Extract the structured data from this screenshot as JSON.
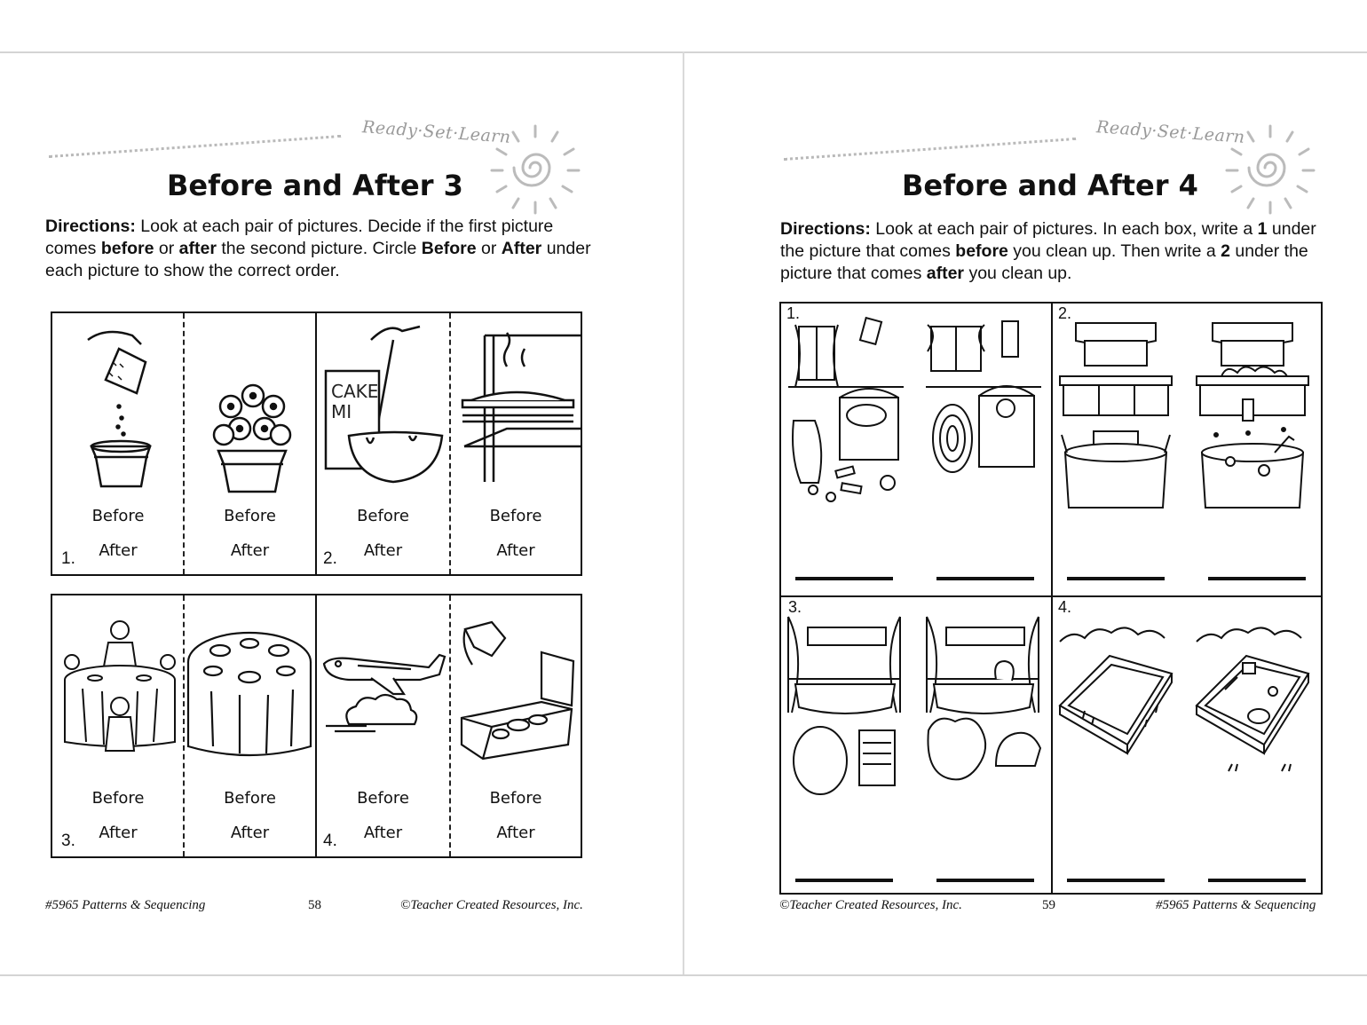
{
  "left_page": {
    "brand": "Ready·Set·Learn",
    "title": "Before and After 3",
    "directions": {
      "label": "Directions:",
      "text_1": " Look at each pair of pictures.  Decide if the first picture comes ",
      "bold_1": "before",
      "text_2": " or ",
      "bold_2": "after",
      "text_3": " the second picture.  Circle ",
      "bold_3": "Before",
      "text_4": " or ",
      "bold_4": "After",
      "text_5": " under each picture to show the correct order."
    },
    "option_before": "Before",
    "option_after": "After",
    "exercises": [
      {
        "number": "1.",
        "pictures": [
          "seed-packet-sowing-pot-icon",
          "flowering-pot-icon"
        ]
      },
      {
        "number": "2.",
        "pictures": [
          "cake-mix-bowl-icon",
          "cake-in-oven-icon"
        ]
      },
      {
        "number": "3.",
        "pictures": [
          "family-dinner-table-icon",
          "set-empty-table-icon"
        ]
      },
      {
        "number": "4.",
        "pictures": [
          "airplane-cloud-icon",
          "packing-suitcase-icon"
        ]
      }
    ],
    "footer": {
      "left": "#5965 Patterns & Sequencing",
      "page": "58",
      "right": "©Teacher Created Resources, Inc."
    }
  },
  "right_page": {
    "brand": "Ready·Set·Learn",
    "title": "Before and After 4",
    "directions": {
      "label": "Directions:",
      "text_1": " Look at each pair of pictures.  In each box, write a ",
      "bold_1": "1",
      "text_2": " under the picture that comes ",
      "bold_2": "before",
      "text_3": " you clean up.  Then write a ",
      "bold_3": "2",
      "text_4": " under the picture that comes ",
      "bold_4": "after",
      "text_5": " you clean up."
    },
    "boxes": [
      {
        "number": "1.",
        "pictures": [
          "messy-bedroom-icon",
          "tidy-bedroom-icon"
        ]
      },
      {
        "number": "2.",
        "pictures": [
          "clean-kitchen-icon",
          "messy-kitchen-icon"
        ]
      },
      {
        "number": "3.",
        "pictures": [
          "tidy-bathroom-icon",
          "messy-bathroom-icon"
        ]
      },
      {
        "number": "4.",
        "pictures": [
          "smooth-sandbox-icon",
          "messy-sandbox-icon"
        ]
      }
    ],
    "footer": {
      "left": "©Teacher Created Resources, Inc.",
      "page": "59",
      "right": "#5965 Patterns & Sequencing"
    }
  }
}
